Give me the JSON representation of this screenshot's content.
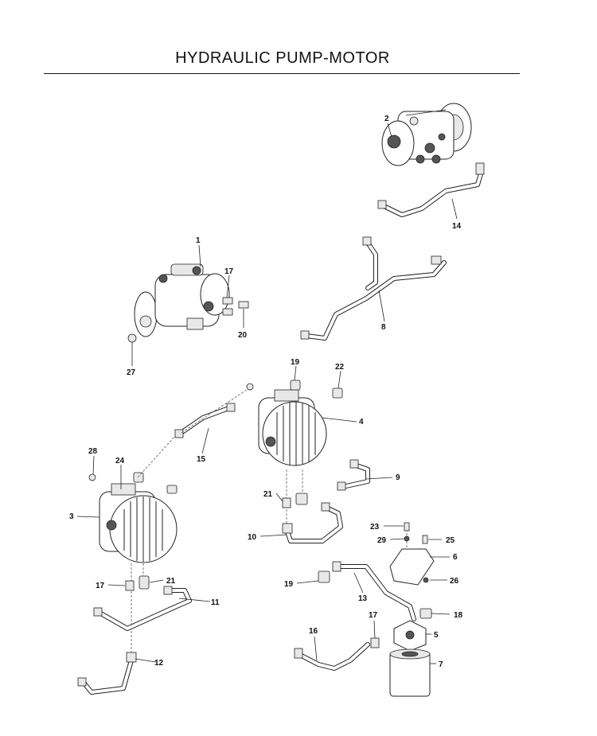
{
  "title": "HYDRAULIC PUMP-MOTOR",
  "callouts": [
    "1",
    "2",
    "3",
    "4",
    "5",
    "6",
    "7",
    "8",
    "9",
    "10",
    "11",
    "12",
    "13",
    "14",
    "15",
    "16",
    "17",
    "17",
    "17",
    "18",
    "19",
    "19",
    "20",
    "21",
    "21",
    "22",
    "23",
    "24",
    "25",
    "26",
    "27",
    "28",
    "29"
  ]
}
